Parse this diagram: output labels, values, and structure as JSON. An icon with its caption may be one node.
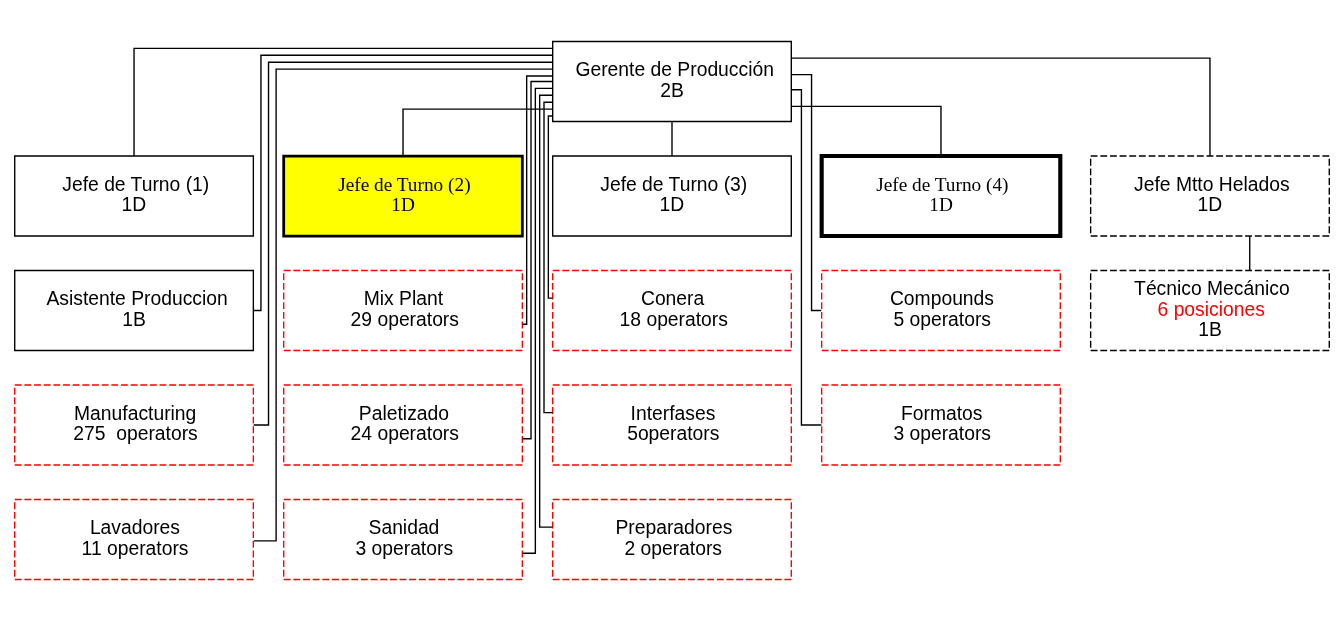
{
  "diagram": {
    "nodes": [
      {
        "text": [
          "Gerente de Producción",
          "2B"
        ]
      },
      {
        "text": [
          "Jefe de Turno (1)",
          "1D"
        ]
      },
      {
        "text": [
          "Jefe de Turno (2)",
          "1D"
        ]
      },
      {
        "text": [
          "Jefe de Turno (3)",
          "1D"
        ]
      },
      {
        "text": [
          "Jefe de Turno (4)",
          "1D"
        ]
      },
      {
        "text": [
          "Jefe Mtto Helados",
          "1D"
        ]
      },
      {
        "text": [
          "Asistente Produccion",
          "1B"
        ]
      },
      {
        "text": [
          "Mix Plant",
          "29 operators"
        ]
      },
      {
        "text": [
          "Conera",
          "18 operators"
        ]
      },
      {
        "text": [
          "Compounds",
          "5 operators"
        ]
      },
      {
        "text": [
          "Técnico Mecánico",
          "6 posiciones",
          "1B"
        ]
      },
      {
        "text": [
          "Manufacturing",
          "275  operators"
        ]
      },
      {
        "text": [
          "Paletizado",
          "24 operators"
        ]
      },
      {
        "text": [
          "Interfases",
          "5operators"
        ]
      },
      {
        "text": [
          "Formatos",
          "3 operators"
        ]
      },
      {
        "text": [
          "Lavadores",
          "11 operators"
        ]
      },
      {
        "text": [
          "Sanidad",
          "3 operators"
        ]
      },
      {
        "text": [
          "Preparadores",
          "2 operators"
        ]
      }
    ],
    "edges": [
      {
        "from": 0,
        "to": 1,
        "arrow": "none"
      },
      {
        "from": 0,
        "to": 2,
        "arrow": "none"
      },
      {
        "from": 0,
        "to": 3,
        "arrow": "none"
      },
      {
        "from": 0,
        "to": 4,
        "arrow": "none"
      },
      {
        "from": 0,
        "to": 5,
        "arrow": "none"
      },
      {
        "from": 0,
        "to": 6,
        "arrow": "none"
      },
      {
        "from": 0,
        "to": 7,
        "arrow": "none"
      },
      {
        "from": 0,
        "to": 8,
        "arrow": "none"
      },
      {
        "from": 0,
        "to": 9,
        "arrow": "none"
      },
      {
        "from": 0,
        "to": 11,
        "arrow": "none"
      },
      {
        "from": 0,
        "to": 12,
        "arrow": "none"
      },
      {
        "from": 0,
        "to": 13,
        "arrow": "none"
      },
      {
        "from": 0,
        "to": 14,
        "arrow": "none"
      },
      {
        "from": 0,
        "to": 15,
        "arrow": "none"
      },
      {
        "from": 0,
        "to": 16,
        "arrow": "none"
      },
      {
        "from": 0,
        "to": 17,
        "arrow": "none"
      },
      {
        "from": 5,
        "to": 10,
        "arrow": "none"
      }
    ]
  }
}
